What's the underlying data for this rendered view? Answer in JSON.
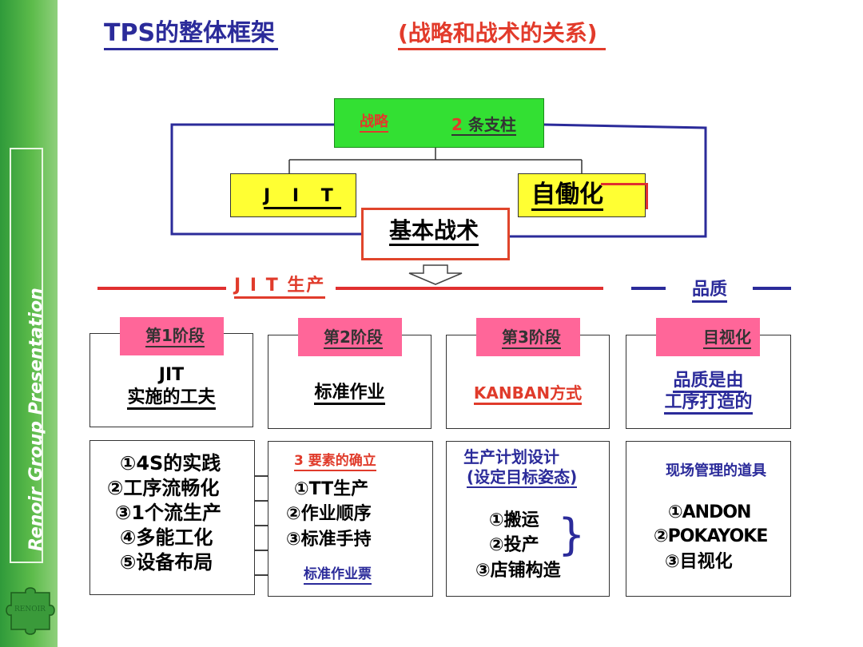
{
  "sidebar": {
    "vertical_text": "Renoir Group Presentation",
    "logo_text": "RENOIR"
  },
  "header": {
    "title": "TPS的整体框架",
    "subtitle": "(战略和战术的关系)"
  },
  "top": {
    "strategy_label": "战略",
    "pillars_num": "2",
    "pillars_text": "条支柱",
    "jit": "J I T",
    "jidoka": "自働化",
    "basic_tactics": "基本战术"
  },
  "sections": {
    "jit_production": "J I T 生产",
    "quality": "品质"
  },
  "stages": [
    {
      "label": "第1阶段",
      "desc_line1": "JIT",
      "desc_line2": "实施的工夫"
    },
    {
      "label": "第2阶段",
      "desc_line1": "标准作业"
    },
    {
      "label": "第3阶段",
      "desc_line1": "KANBAN方式"
    },
    {
      "label": "目视化",
      "desc_line1": "品质是由",
      "desc_line2": "工序打造的"
    }
  ],
  "details": {
    "col1": [
      "①4S的实践",
      "②工序流畅化",
      "③1个流生产",
      "④多能工化",
      "⑤设备布局"
    ],
    "col2": {
      "heading": "3 要素的确立",
      "items": [
        "①TT生产",
        "②作业顺序",
        "③标准手持"
      ],
      "footer": "标准作业票"
    },
    "col3": {
      "heading_line1": "生产计划设计",
      "heading_line2": "(设定目标姿态)",
      "items": [
        "①搬运",
        "②投产",
        "③店铺构造"
      ],
      "brace": "}"
    },
    "col4": {
      "heading": "现场管理的道具",
      "items": [
        "①ANDON",
        "②POKAYOKE",
        "③目视化"
      ]
    }
  },
  "colors": {
    "green_band": "#4caf50",
    "strategy_box": "#33e033",
    "pillar_box": "#ffff33",
    "stage_tag": "#ff6699",
    "red": "#e03b2b",
    "blue": "#2b2b9a"
  }
}
